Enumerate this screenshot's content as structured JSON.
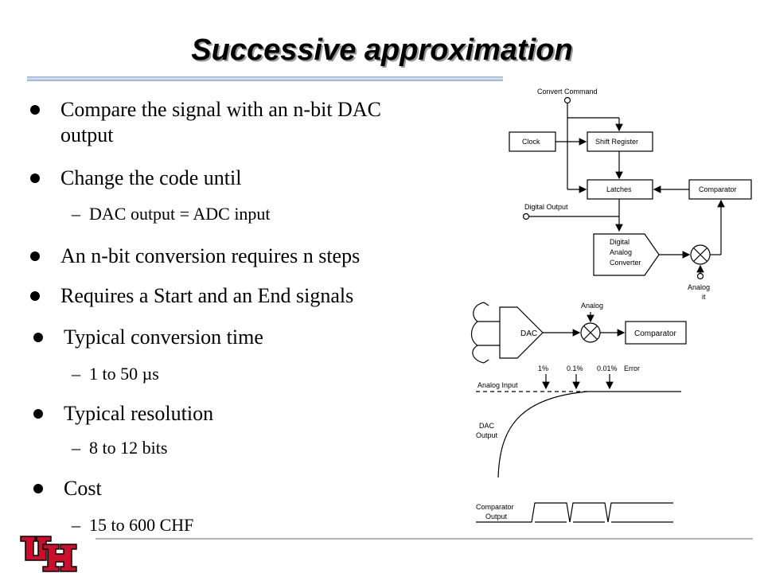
{
  "slide": {
    "title": "Successive approximation",
    "bullets": [
      {
        "text": "Compare the signal with an n-bit DAC output"
      },
      {
        "text": "Change the code until"
      },
      {
        "text": "An n-bit conversion requires n steps"
      },
      {
        "text": "Requires a Start and an End signals"
      },
      {
        "text": "Typical conversion time"
      },
      {
        "text": "Typical resolution"
      },
      {
        "text": "Cost"
      }
    ],
    "subs": [
      {
        "text": "DAC output = ADC input"
      },
      {
        "text": "1 to 50 µs"
      },
      {
        "text": "8 to 12 bits"
      },
      {
        "text": "15 to 600 CHF"
      }
    ]
  },
  "block_diagram": {
    "convert_command": "Convert Command",
    "clock": "Clock",
    "shift_register": "Shift Register",
    "latches": "Latches",
    "comparator": "Comparator",
    "digital_output": "Digital Output",
    "dac_line1": "Digital",
    "dac_line2": "Analog",
    "dac_line3": "Converter",
    "analog_in_line1": "Analog",
    "analog_in_line2": "it"
  },
  "timing_diagram": {
    "dac": "DAC",
    "analog": "Analog",
    "comparator": "Comparator",
    "err1": "1%",
    "err2": "0.1%",
    "err3": "0.01%",
    "error": "Error",
    "analog_input": "Analog Input",
    "dac_output_1": "DAC",
    "dac_output_2": "Output",
    "comparator_output_1": "Comparator",
    "comparator_output_2": "Output"
  },
  "colors": {
    "logo_red": "#c8102e",
    "title_rule": "#8fa6c9"
  }
}
